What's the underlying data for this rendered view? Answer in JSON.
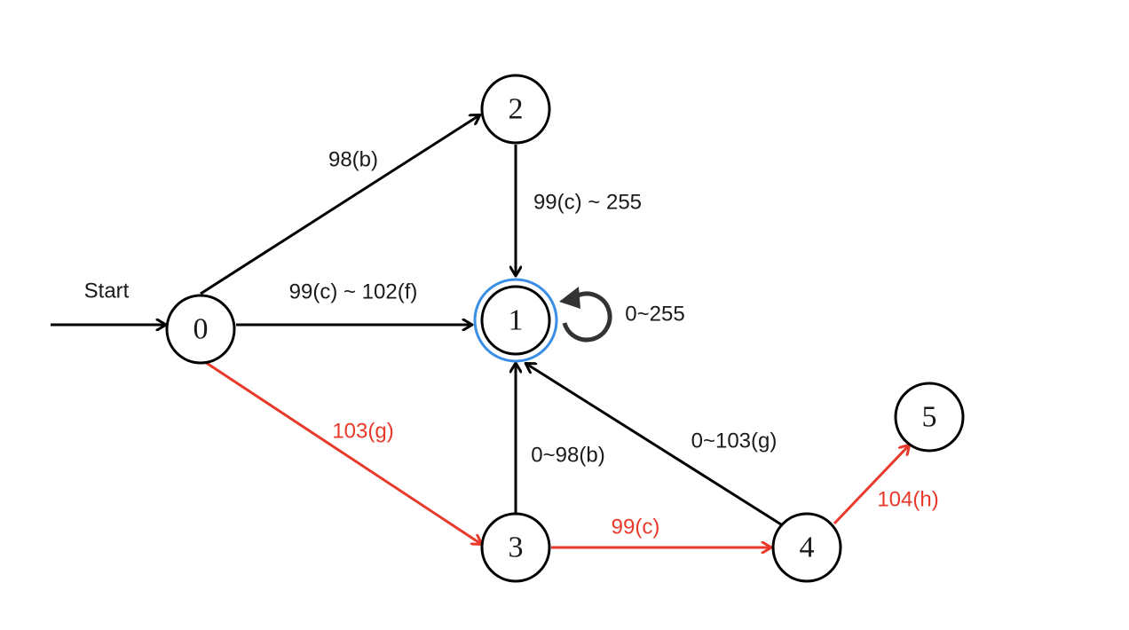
{
  "diagram": {
    "start_label": "Start",
    "colors": {
      "black": "#000000",
      "red": "#e8392a",
      "accept": "#3a8ee6",
      "loop": "#333333"
    },
    "nodes": [
      {
        "id": "0",
        "label": "0"
      },
      {
        "id": "1",
        "label": "1",
        "accepting": true
      },
      {
        "id": "2",
        "label": "2"
      },
      {
        "id": "3",
        "label": "3"
      },
      {
        "id": "4",
        "label": "4"
      },
      {
        "id": "5",
        "label": "5"
      }
    ],
    "edges": [
      {
        "from": "0",
        "to": "2",
        "label": "98(b)",
        "color": "black"
      },
      {
        "from": "0",
        "to": "1",
        "label": "99(c) ~ 102(f)",
        "color": "black"
      },
      {
        "from": "2",
        "to": "1",
        "label": "99(c) ~ 255",
        "color": "black"
      },
      {
        "from": "1",
        "to": "1",
        "label": "0~255",
        "color": "loop"
      },
      {
        "from": "0",
        "to": "3",
        "label": "103(g)",
        "color": "red"
      },
      {
        "from": "3",
        "to": "1",
        "label": "0~98(b)",
        "color": "black"
      },
      {
        "from": "4",
        "to": "1",
        "label": "0~103(g)",
        "color": "black"
      },
      {
        "from": "3",
        "to": "4",
        "label": "99(c)",
        "color": "red"
      },
      {
        "from": "4",
        "to": "5",
        "label": "104(h)",
        "color": "red"
      }
    ]
  }
}
